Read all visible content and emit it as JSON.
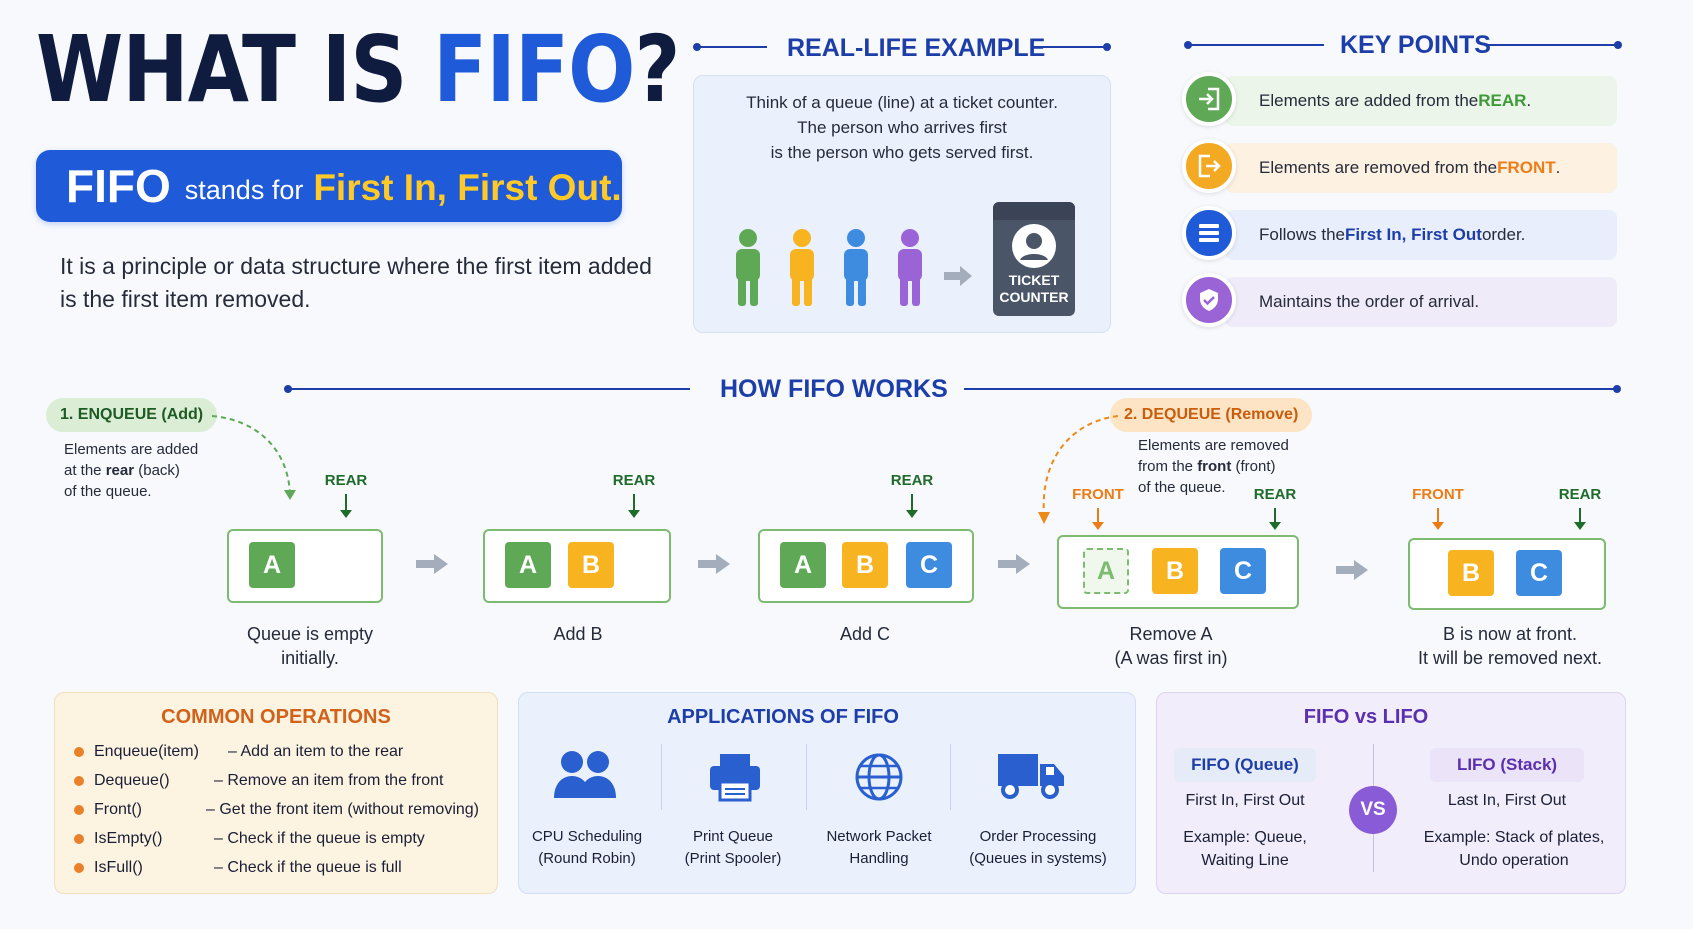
{
  "header": {
    "title_prefix": "WHAT IS ",
    "title_highlight": "FIFO",
    "title_suffix": "?",
    "stands_abbr": "FIFO",
    "stands_mid": "stands for",
    "stands_full": "First In, First Out.",
    "description": "It is a principle or data structure where the first item added is the first item removed."
  },
  "real_life": {
    "title": "REAL-LIFE EXAMPLE",
    "line1": "Think of a queue (line) at a ticket counter.",
    "line2": "The person who arrives first",
    "line3": "is the person who gets served first.",
    "counter_line1": "TICKET",
    "counter_line2": "COUNTER",
    "people_colors": [
      "#5fa855",
      "#f7b320",
      "#3d8ce0",
      "#9a63d6"
    ]
  },
  "key_points": {
    "title": "KEY POINTS",
    "items": [
      {
        "pre": "Elements are added from the ",
        "hl": "REAR",
        "post": ".",
        "icon": "enter-icon",
        "color": "#5fa855"
      },
      {
        "pre": "Elements are removed from the ",
        "hl": "FRONT",
        "post": ".",
        "icon": "exit-icon",
        "color": "#f4a922"
      },
      {
        "pre": "Follows the ",
        "hl": "First In, First Out",
        "post": " order.",
        "icon": "list-icon",
        "color": "#1f5ad8"
      },
      {
        "pre": "Maintains the order of arrival.",
        "hl": "",
        "post": "",
        "icon": "shield-check-icon",
        "color": "#9a63d6"
      }
    ]
  },
  "how": {
    "title": "HOW FIFO WORKS",
    "enqueue_label": "1. ENQUEUE (Add)",
    "enqueue_desc_a": "Elements are added",
    "enqueue_desc_b1": "at the ",
    "enqueue_desc_b2": "rear",
    "enqueue_desc_b3": " (back)",
    "enqueue_desc_c": "of the queue.",
    "dequeue_label": "2. DEQUEUE (Remove)",
    "dequeue_desc_a": "Elements are removed",
    "dequeue_desc_b1": "from the ",
    "dequeue_desc_b2": "front",
    "dequeue_desc_b3": " (front)",
    "dequeue_desc_c": "of the queue.",
    "rear": "REAR",
    "front": "FRONT",
    "steps": [
      {
        "cells": [
          "A"
        ],
        "cap1": "Queue is empty",
        "cap2": "initially."
      },
      {
        "cells": [
          "A",
          "B"
        ],
        "cap1": "Add B",
        "cap2": ""
      },
      {
        "cells": [
          "A",
          "B",
          "C"
        ],
        "cap1": "Add C",
        "cap2": ""
      },
      {
        "cells": [
          "A",
          "B",
          "C"
        ],
        "cap1": "Remove A",
        "cap2": "(A was first in)"
      },
      {
        "cells": [
          "B",
          "C"
        ],
        "cap1": "B is now at front.",
        "cap2": "It will be removed next."
      }
    ]
  },
  "operations": {
    "title": "COMMON OPERATIONS",
    "items": [
      {
        "name": "Enqueue(item)",
        "desc": "– Add an item to the rear"
      },
      {
        "name": "Dequeue()",
        "desc": "– Remove an item from the front"
      },
      {
        "name": "Front()",
        "desc": "– Get the front item (without removing)"
      },
      {
        "name": "IsEmpty()",
        "desc": "– Check if the queue is empty"
      },
      {
        "name": "IsFull()",
        "desc": "– Check if the queue is full"
      }
    ]
  },
  "applications": {
    "title": "APPLICATIONS OF FIFO",
    "items": [
      {
        "l1": "CPU Scheduling",
        "l2": "(Round Robin)",
        "icon": "users-icon"
      },
      {
        "l1": "Print Queue",
        "l2": "(Print Spooler)",
        "icon": "printer-icon"
      },
      {
        "l1": "Network Packet",
        "l2": "Handling",
        "icon": "globe-icon"
      },
      {
        "l1": "Order Processing",
        "l2": "(Queues in systems)",
        "icon": "truck-icon"
      }
    ]
  },
  "versus": {
    "title": "FIFO vs LIFO",
    "vs": "VS",
    "fifo_head": "FIFO (Queue)",
    "fifo_sub": "First In, First Out",
    "fifo_ex1": "Example: Queue,",
    "fifo_ex2": "Waiting Line",
    "lifo_head": "LIFO (Stack)",
    "lifo_sub": "Last In, First Out",
    "lifo_ex1": "Example: Stack of plates,",
    "lifo_ex2": "Undo operation"
  }
}
